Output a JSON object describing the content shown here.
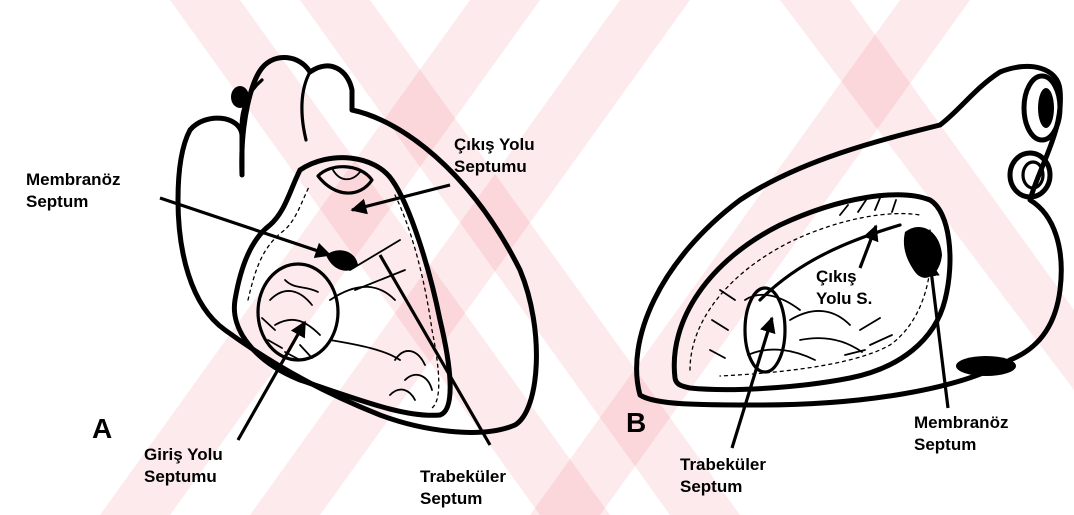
{
  "panels": {
    "a": {
      "letter": "A",
      "labels": {
        "membranoz": [
          "Membranöz",
          "Septum"
        ],
        "cikis": [
          "Çıkış Yolu",
          "Septumu"
        ],
        "giris": [
          "Giriş Yolu",
          "Septumu"
        ],
        "trabekuler": [
          "Trabeküler",
          "Septum"
        ]
      }
    },
    "b": {
      "letter": "B",
      "labels": {
        "cikis": [
          "Çıkış",
          "Yolu S."
        ],
        "trabekuler": [
          "Trabeküler",
          "Septum"
        ],
        "membranoz": [
          "Membranöz",
          "Septum"
        ]
      }
    }
  },
  "colors": {
    "ink": "#000000",
    "watermark": "#e51a2a"
  }
}
